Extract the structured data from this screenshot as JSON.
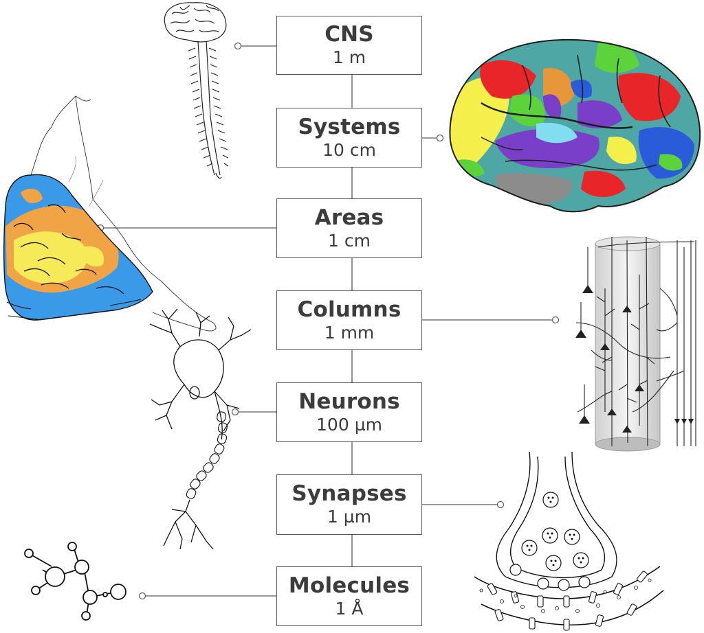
{
  "diagram": {
    "levels": [
      {
        "name": "CNS",
        "scale": "1 m"
      },
      {
        "name": "Systems",
        "scale": "10 cm"
      },
      {
        "name": "Areas",
        "scale": "1 cm"
      },
      {
        "name": "Columns",
        "scale": "1 mm"
      },
      {
        "name": "Neurons",
        "scale": "100 µm"
      },
      {
        "name": "Synapses",
        "scale": "1 µm"
      },
      {
        "name": "Molecules",
        "scale": "1 Å"
      }
    ],
    "illustrations": [
      "brain-and-spinal-cord-icon",
      "cortex-map-icon",
      "visual-area-map-icon",
      "cortical-column-icon",
      "neuron-icon",
      "synapse-icon",
      "molecule-icon"
    ],
    "colors": {
      "line": "#5a5a5a",
      "text": "#3c3c3c",
      "map_red": "#e8262a",
      "map_yellow": "#f4ef4a",
      "map_blue": "#2a5bd8",
      "map_purple": "#7a3fc8",
      "map_green": "#5cd33a",
      "map_orange": "#e8963a",
      "map_teal": "#4fa7a5",
      "map_gray": "#8c8c8c",
      "area_blue": "#3a9ae8",
      "area_orange": "#f0a445",
      "area_yellow": "#f6ea58"
    }
  }
}
